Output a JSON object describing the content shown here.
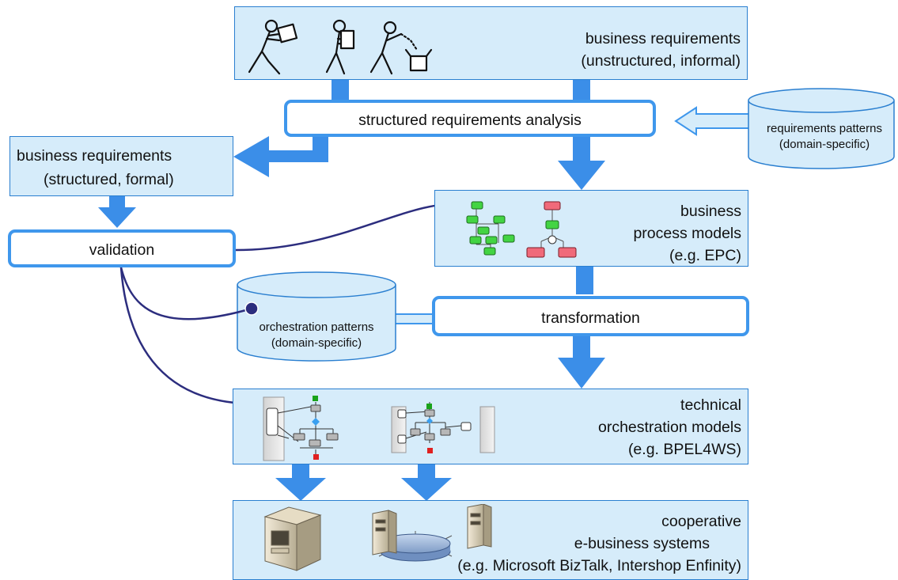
{
  "colors": {
    "panel_fill": "#d6ecfa",
    "panel_border": "#2a7fd0",
    "process_border": "#3f97ec",
    "flow_arrow": "#3b8ee8",
    "connector_line": "#2c2d7e"
  },
  "business_requirements_informal": {
    "line1": "business requirements",
    "line2": "(unstructured, informal)",
    "icons": [
      "person-carrying-box-icon",
      "person-holding-paper-icon",
      "person-unpacking-box-icon"
    ]
  },
  "structured_requirements_analysis": {
    "label": "structured requirements analysis"
  },
  "requirements_patterns": {
    "line1": "requirements patterns",
    "line2": "(domain-specific)"
  },
  "business_requirements_formal": {
    "line1": "business requirements",
    "line2": "(structured, formal)"
  },
  "validation": {
    "label": "validation"
  },
  "business_process_models": {
    "line1": "business",
    "line2": "process models",
    "line3": "(e.g. EPC)",
    "icon": "epc-diagram-icon"
  },
  "orchestration_patterns": {
    "line1": "orchestration patterns",
    "line2": "(domain-specific)"
  },
  "transformation": {
    "label": "transformation"
  },
  "technical_orchestration_models": {
    "line1": "technical",
    "line2": "orchestration models",
    "line3": "(e.g. BPEL4WS)",
    "icon": "bpel-diagram-icon"
  },
  "cooperative_systems": {
    "line1": "cooperative",
    "line2": "e-business systems",
    "line3": "(e.g. Microsoft BizTalk, Intershop Enfinity)",
    "icons": [
      "server-icon",
      "networked-servers-icon"
    ]
  }
}
